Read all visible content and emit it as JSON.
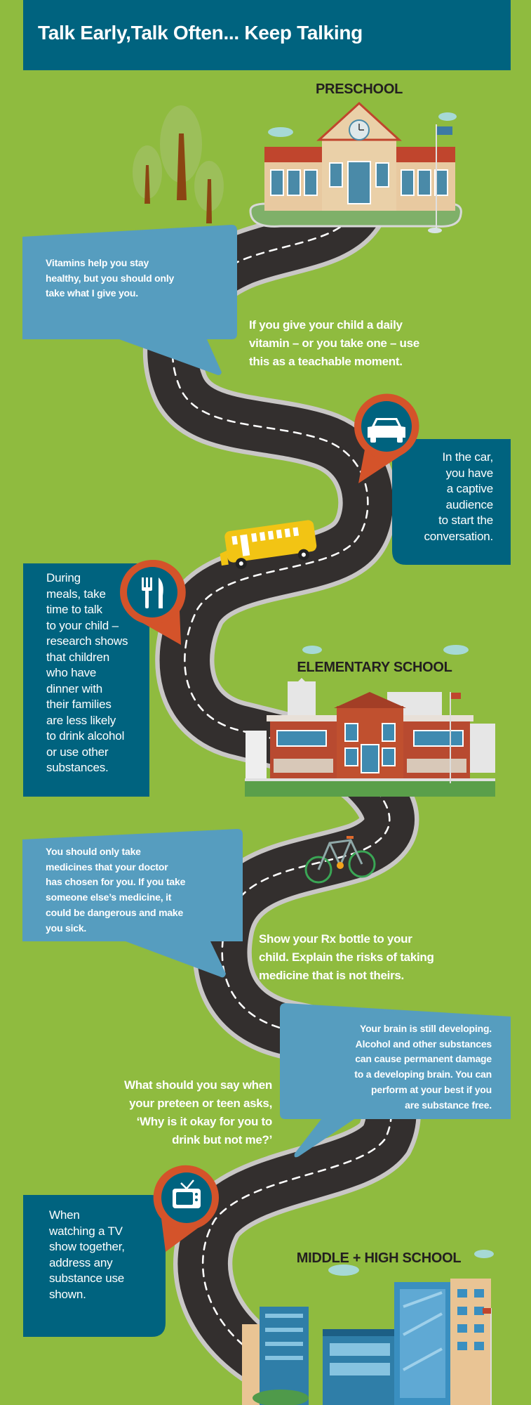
{
  "header": {
    "title": "Talk Early,Talk Often... Keep Talking"
  },
  "sections": {
    "preschool": "PRESCHOOL",
    "elementary": "ELEMENTARY SCHOOL",
    "middle_high": "MIDDLE + HIGH SCHOOL"
  },
  "tips": {
    "vitamins_quote": "Vitamins help you stay\nhealthy, but you should only\ntake what I give you.",
    "vitamins_advice": "If you give your child a daily\nvitamin – or you take one – use\nthis as a teachable moment.",
    "car": "In the car,\nyou have\na captive\naudience\nto start the\nconversation.",
    "meals": "During\nmeals, take\ntime to talk\nto your child –\nresearch shows\nthat children\nwho have\ndinner with\ntheir families\nare less likely\nto drink alcohol\nor use other\nsubstances.",
    "medicine_quote": "You should only take\nmedicines that your doctor\nhas chosen for you. If you take\nsomeone else’s medicine, it\ncould be dangerous and make\nyou sick.",
    "medicine_advice": "Show your Rx bottle to your\nchild. Explain the risks of taking\nmedicine that is not theirs.",
    "brain_quote": "Your brain is still developing.\nAlcohol and other substances\ncan cause permanent damage\nto a developing brain. You can\nperform at your best if you\nare substance free.",
    "teen_question": "What should you say when\nyour preteen or teen asks,\n‘Why is it okay for you to\ndrink but not me?’",
    "tv": "When\nwatching a TV\nshow together,\naddress any\nsubstance use\nshown."
  },
  "icons": [
    "car-icon",
    "fork-knife-icon",
    "tv-icon",
    "school-bus",
    "bicycle"
  ],
  "colors": {
    "background": "#8fbb3f",
    "header": "#00637f",
    "bubble": "#569dbf",
    "pin": "#d4532a",
    "road": "#332f2e"
  }
}
